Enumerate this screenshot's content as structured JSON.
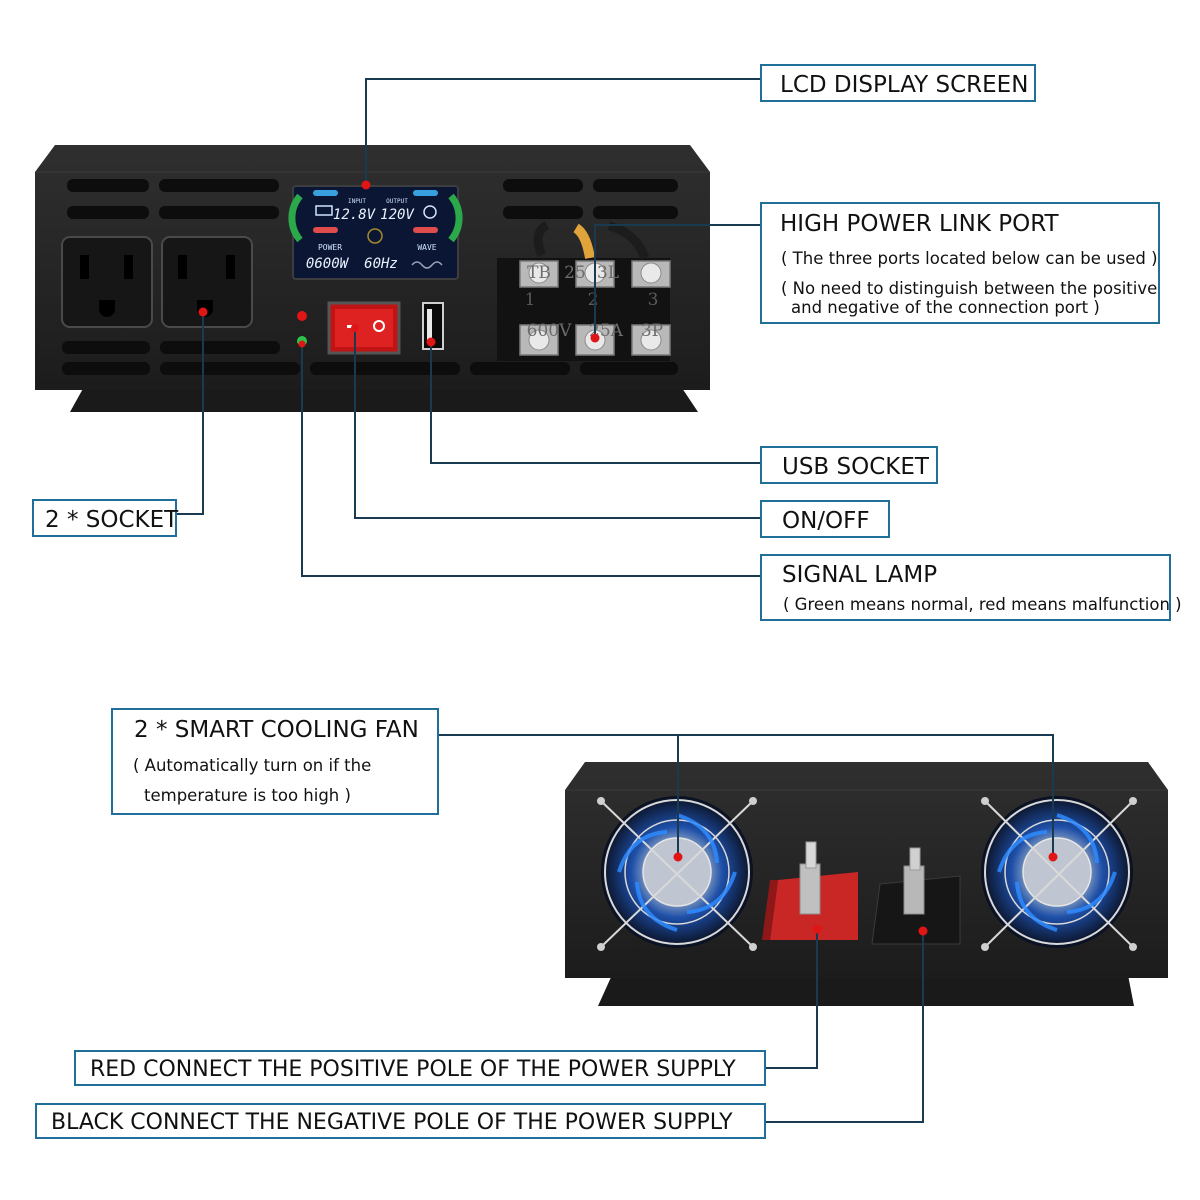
{
  "top_unit": {
    "lcd": {
      "input_label": "INPUT",
      "output_label": "OUTPUT",
      "input_voltage": "12.8V",
      "output_voltage": "120V",
      "power_label": "POWER",
      "wave_label": "WAVE",
      "power_value": "0600W",
      "frequency_value": "60Hz"
    },
    "terminal_labels": [
      "TB",
      "25",
      "3L",
      "1",
      "2",
      "3",
      "600V",
      "25A",
      "3P"
    ]
  },
  "callouts": {
    "lcd_display": {
      "title": "LCD DISPLAY SCREEN"
    },
    "high_power_link": {
      "title": "HIGH POWER LINK PORT",
      "note1": "( The three ports located below can be used )",
      "note2": "( No need to distinguish between the positive",
      "note3": "and negative of the connection port )"
    },
    "usb_socket": {
      "title": "USB SOCKET"
    },
    "on_off": {
      "title": "ON/OFF"
    },
    "signal_lamp": {
      "title": "SIGNAL LAMP",
      "note1": "( Green means normal, red means malfunction )"
    },
    "socket": {
      "title": "2 * SOCKET"
    },
    "cooling_fan": {
      "title": "2 * SMART COOLING FAN",
      "note1": "( Automatically turn on if the",
      "note2": "temperature is too high  )"
    },
    "red_terminal": {
      "title": "RED CONNECT THE POSITIVE POLE OF THE POWER SUPPLY"
    },
    "black_terminal": {
      "title": "BLACK CONNECT THE NEGATIVE POLE OF THE POWER SUPPLY"
    }
  },
  "colors": {
    "border": "#1f6f9a",
    "leader": "#1a3a52",
    "body": "#2a2a2a",
    "marker": "#e01515",
    "switch": "#d81e1e",
    "green_lamp": "#2bc34a",
    "fan_glow": "#1e7fff"
  }
}
